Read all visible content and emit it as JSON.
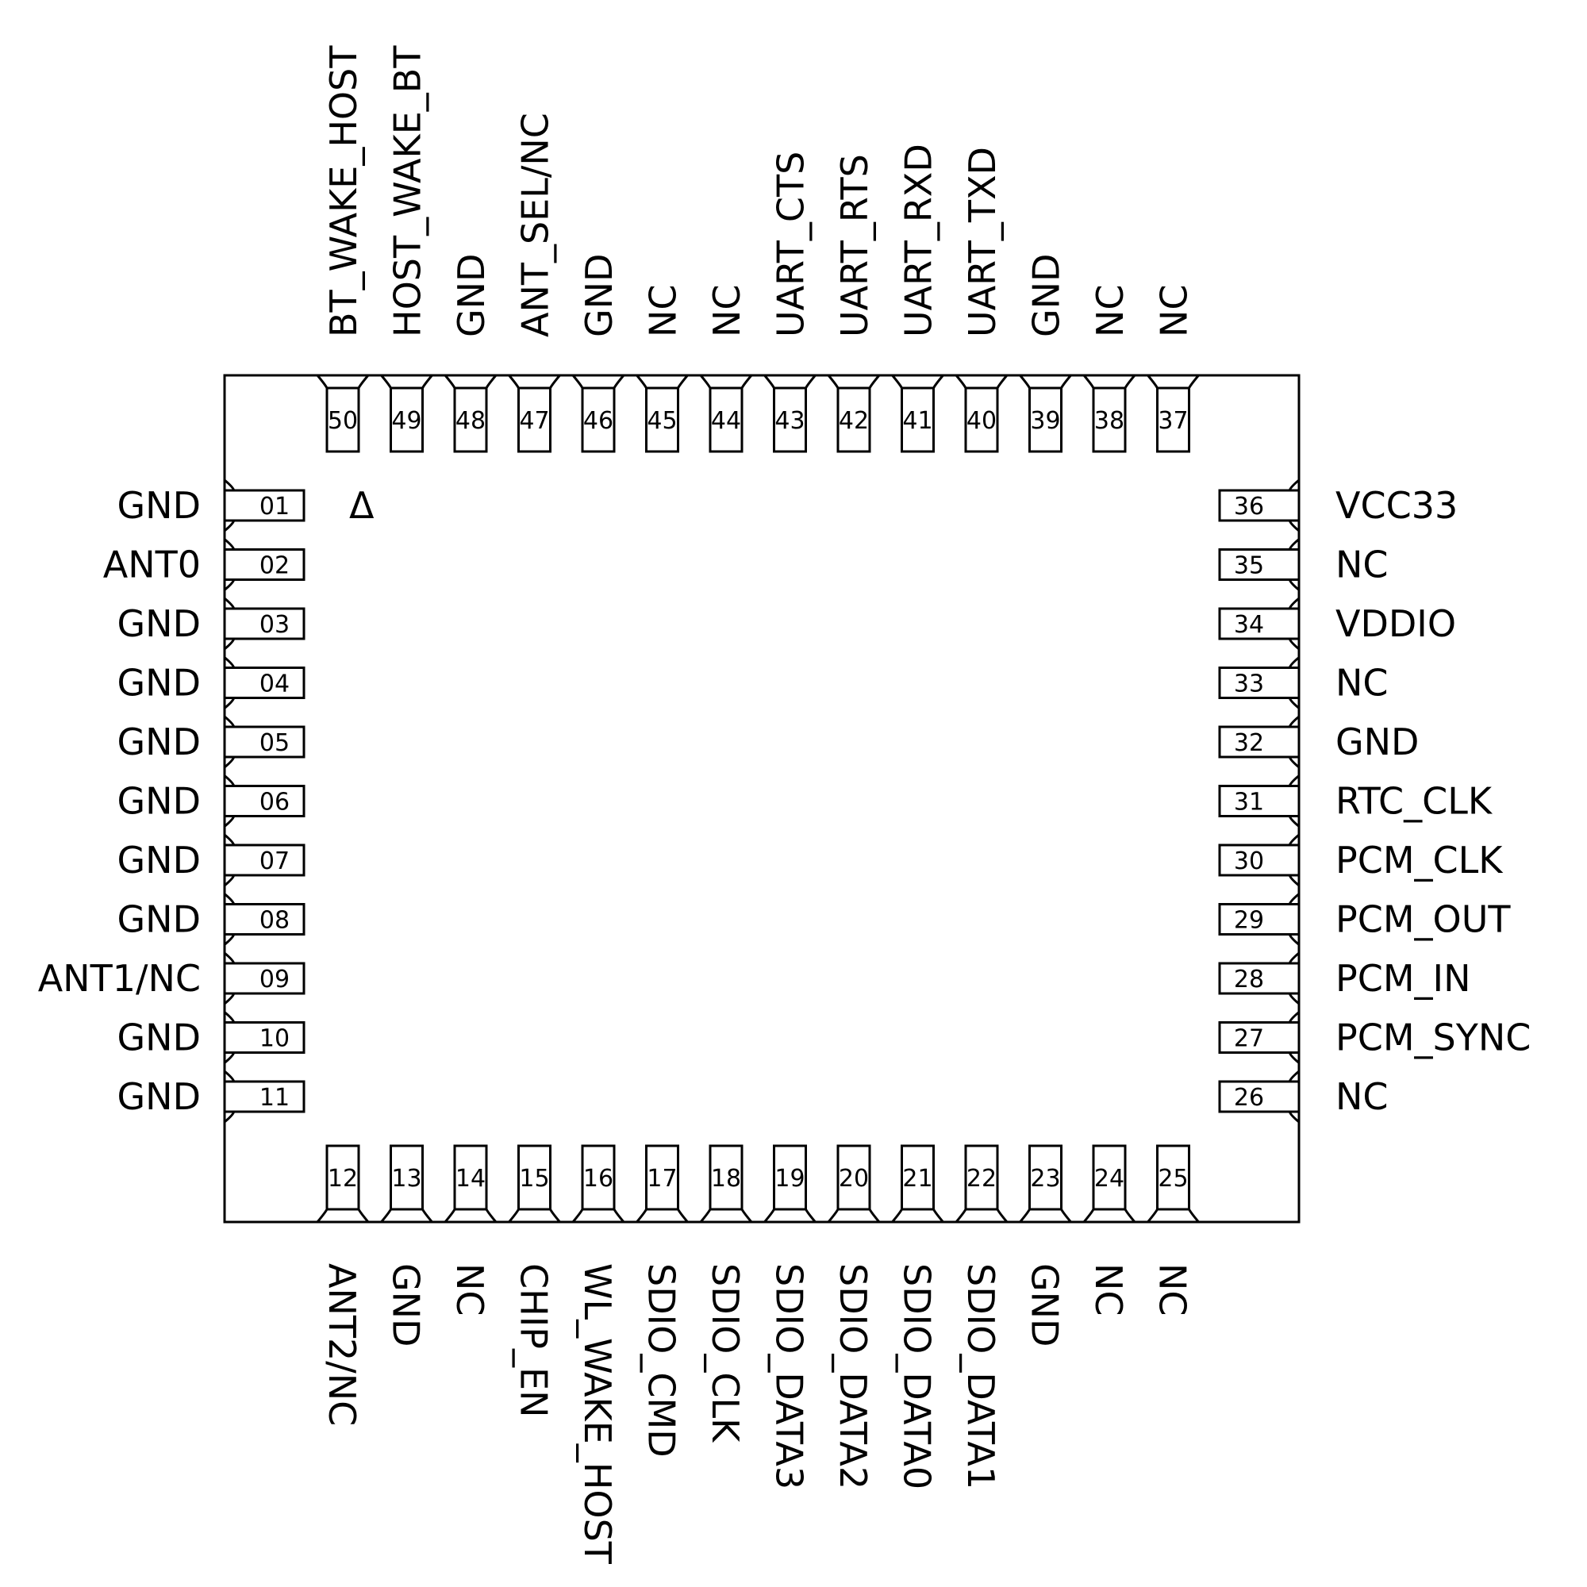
{
  "pin1_marker": "Δ",
  "left_pins": [
    {
      "num": "01",
      "name": "GND"
    },
    {
      "num": "02",
      "name": "ANT0"
    },
    {
      "num": "03",
      "name": "GND"
    },
    {
      "num": "04",
      "name": "GND"
    },
    {
      "num": "05",
      "name": "GND"
    },
    {
      "num": "06",
      "name": "GND"
    },
    {
      "num": "07",
      "name": "GND"
    },
    {
      "num": "08",
      "name": "GND"
    },
    {
      "num": "09",
      "name": "ANT1/NC"
    },
    {
      "num": "10",
      "name": "GND"
    },
    {
      "num": "11",
      "name": "GND"
    }
  ],
  "bottom_pins": [
    {
      "num": "12",
      "name": "ANT2/NC"
    },
    {
      "num": "13",
      "name": "GND"
    },
    {
      "num": "14",
      "name": "NC"
    },
    {
      "num": "15",
      "name": "CHIP_EN"
    },
    {
      "num": "16",
      "name": "WL_WAKE_HOST"
    },
    {
      "num": "17",
      "name": "SDIO_CMD"
    },
    {
      "num": "18",
      "name": "SDIO_CLK"
    },
    {
      "num": "19",
      "name": "SDIO_DATA3"
    },
    {
      "num": "20",
      "name": "SDIO_DATA2"
    },
    {
      "num": "21",
      "name": "SDIO_DATA0"
    },
    {
      "num": "22",
      "name": "SDIO_DATA1"
    },
    {
      "num": "23",
      "name": "GND"
    },
    {
      "num": "24",
      "name": "NC"
    },
    {
      "num": "25",
      "name": "NC"
    }
  ],
  "right_pins": [
    {
      "num": "36",
      "name": "VCC33"
    },
    {
      "num": "35",
      "name": "NC"
    },
    {
      "num": "34",
      "name": "VDDIO"
    },
    {
      "num": "33",
      "name": "NC"
    },
    {
      "num": "32",
      "name": "GND"
    },
    {
      "num": "31",
      "name": "RTC_CLK"
    },
    {
      "num": "30",
      "name": "PCM_CLK"
    },
    {
      "num": "29",
      "name": "PCM_OUT"
    },
    {
      "num": "28",
      "name": "PCM_IN"
    },
    {
      "num": "27",
      "name": "PCM_SYNC"
    },
    {
      "num": "26",
      "name": "NC"
    }
  ],
  "top_pins": [
    {
      "num": "50",
      "name": "BT_WAKE_HOST"
    },
    {
      "num": "49",
      "name": "HOST_WAKE_BT"
    },
    {
      "num": "48",
      "name": "GND"
    },
    {
      "num": "47",
      "name": "ANT_SEL/NC"
    },
    {
      "num": "46",
      "name": "GND"
    },
    {
      "num": "45",
      "name": "NC"
    },
    {
      "num": "44",
      "name": "NC"
    },
    {
      "num": "43",
      "name": "UART_CTS"
    },
    {
      "num": "42",
      "name": "UART_RTS"
    },
    {
      "num": "41",
      "name": "UART_RXD"
    },
    {
      "num": "40",
      "name": "UART_TXD"
    },
    {
      "num": "39",
      "name": "GND"
    },
    {
      "num": "38",
      "name": "NC"
    },
    {
      "num": "37",
      "name": "NC"
    }
  ]
}
